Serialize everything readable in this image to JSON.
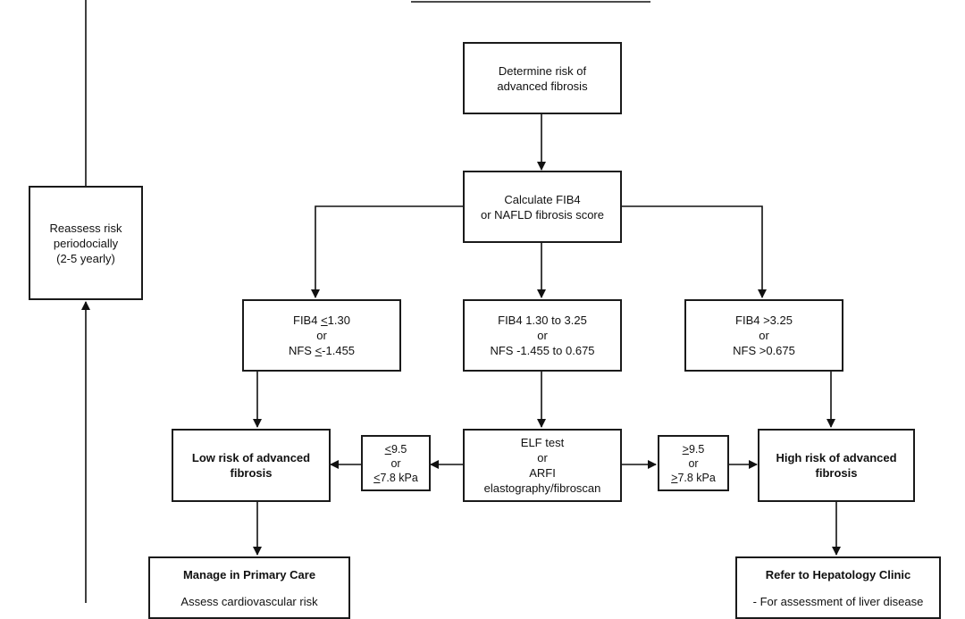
{
  "nodes": {
    "determine": {
      "lines": [
        "Determine risk of",
        "advanced fibrosis"
      ]
    },
    "calculate": {
      "lines": [
        "Calculate FIB4",
        "or NAFLD fibrosis score"
      ]
    },
    "reassess": {
      "lines": [
        "Reassess risk",
        "periodocially",
        "(2-5 yearly)"
      ]
    },
    "fib_low": {
      "l1": "FIB4 ",
      "l1u": "<",
      "l1b": "1.30",
      "l2": "or",
      "l3": "NFS ",
      "l3u": "<",
      "l3b": "-1.455"
    },
    "fib_mid": {
      "lines": [
        "FIB4 1.30 to 3.25",
        "or",
        "NFS -1.455 to 0.675"
      ]
    },
    "fib_high": {
      "lines": [
        "FIB4 >3.25",
        "or",
        "NFS >0.675"
      ]
    },
    "low_risk": {
      "lines": [
        "Low risk of advanced",
        "fibrosis"
      ]
    },
    "elf_low": {
      "l1u": "<",
      "l1b": "9.5",
      "l2": "or",
      "l3u": "<",
      "l3b": "7.8 kPa"
    },
    "elf": {
      "lines": [
        "ELF test",
        "or",
        "ARFI",
        "elastography/fibroscan"
      ]
    },
    "elf_high": {
      "l1u": ">",
      "l1b": "9.5",
      "l2": "or",
      "l3u": ">",
      "l3b": "7.8 kPa"
    },
    "high_risk": {
      "lines": [
        "High risk of advanced",
        "fibrosis"
      ]
    },
    "primary_care": {
      "title": "Manage in Primary Care",
      "body": "Assess cardiovascular risk"
    },
    "hepatology": {
      "title": "Refer to Hepatology Clinic",
      "body": "- For assessment of liver disease"
    }
  }
}
